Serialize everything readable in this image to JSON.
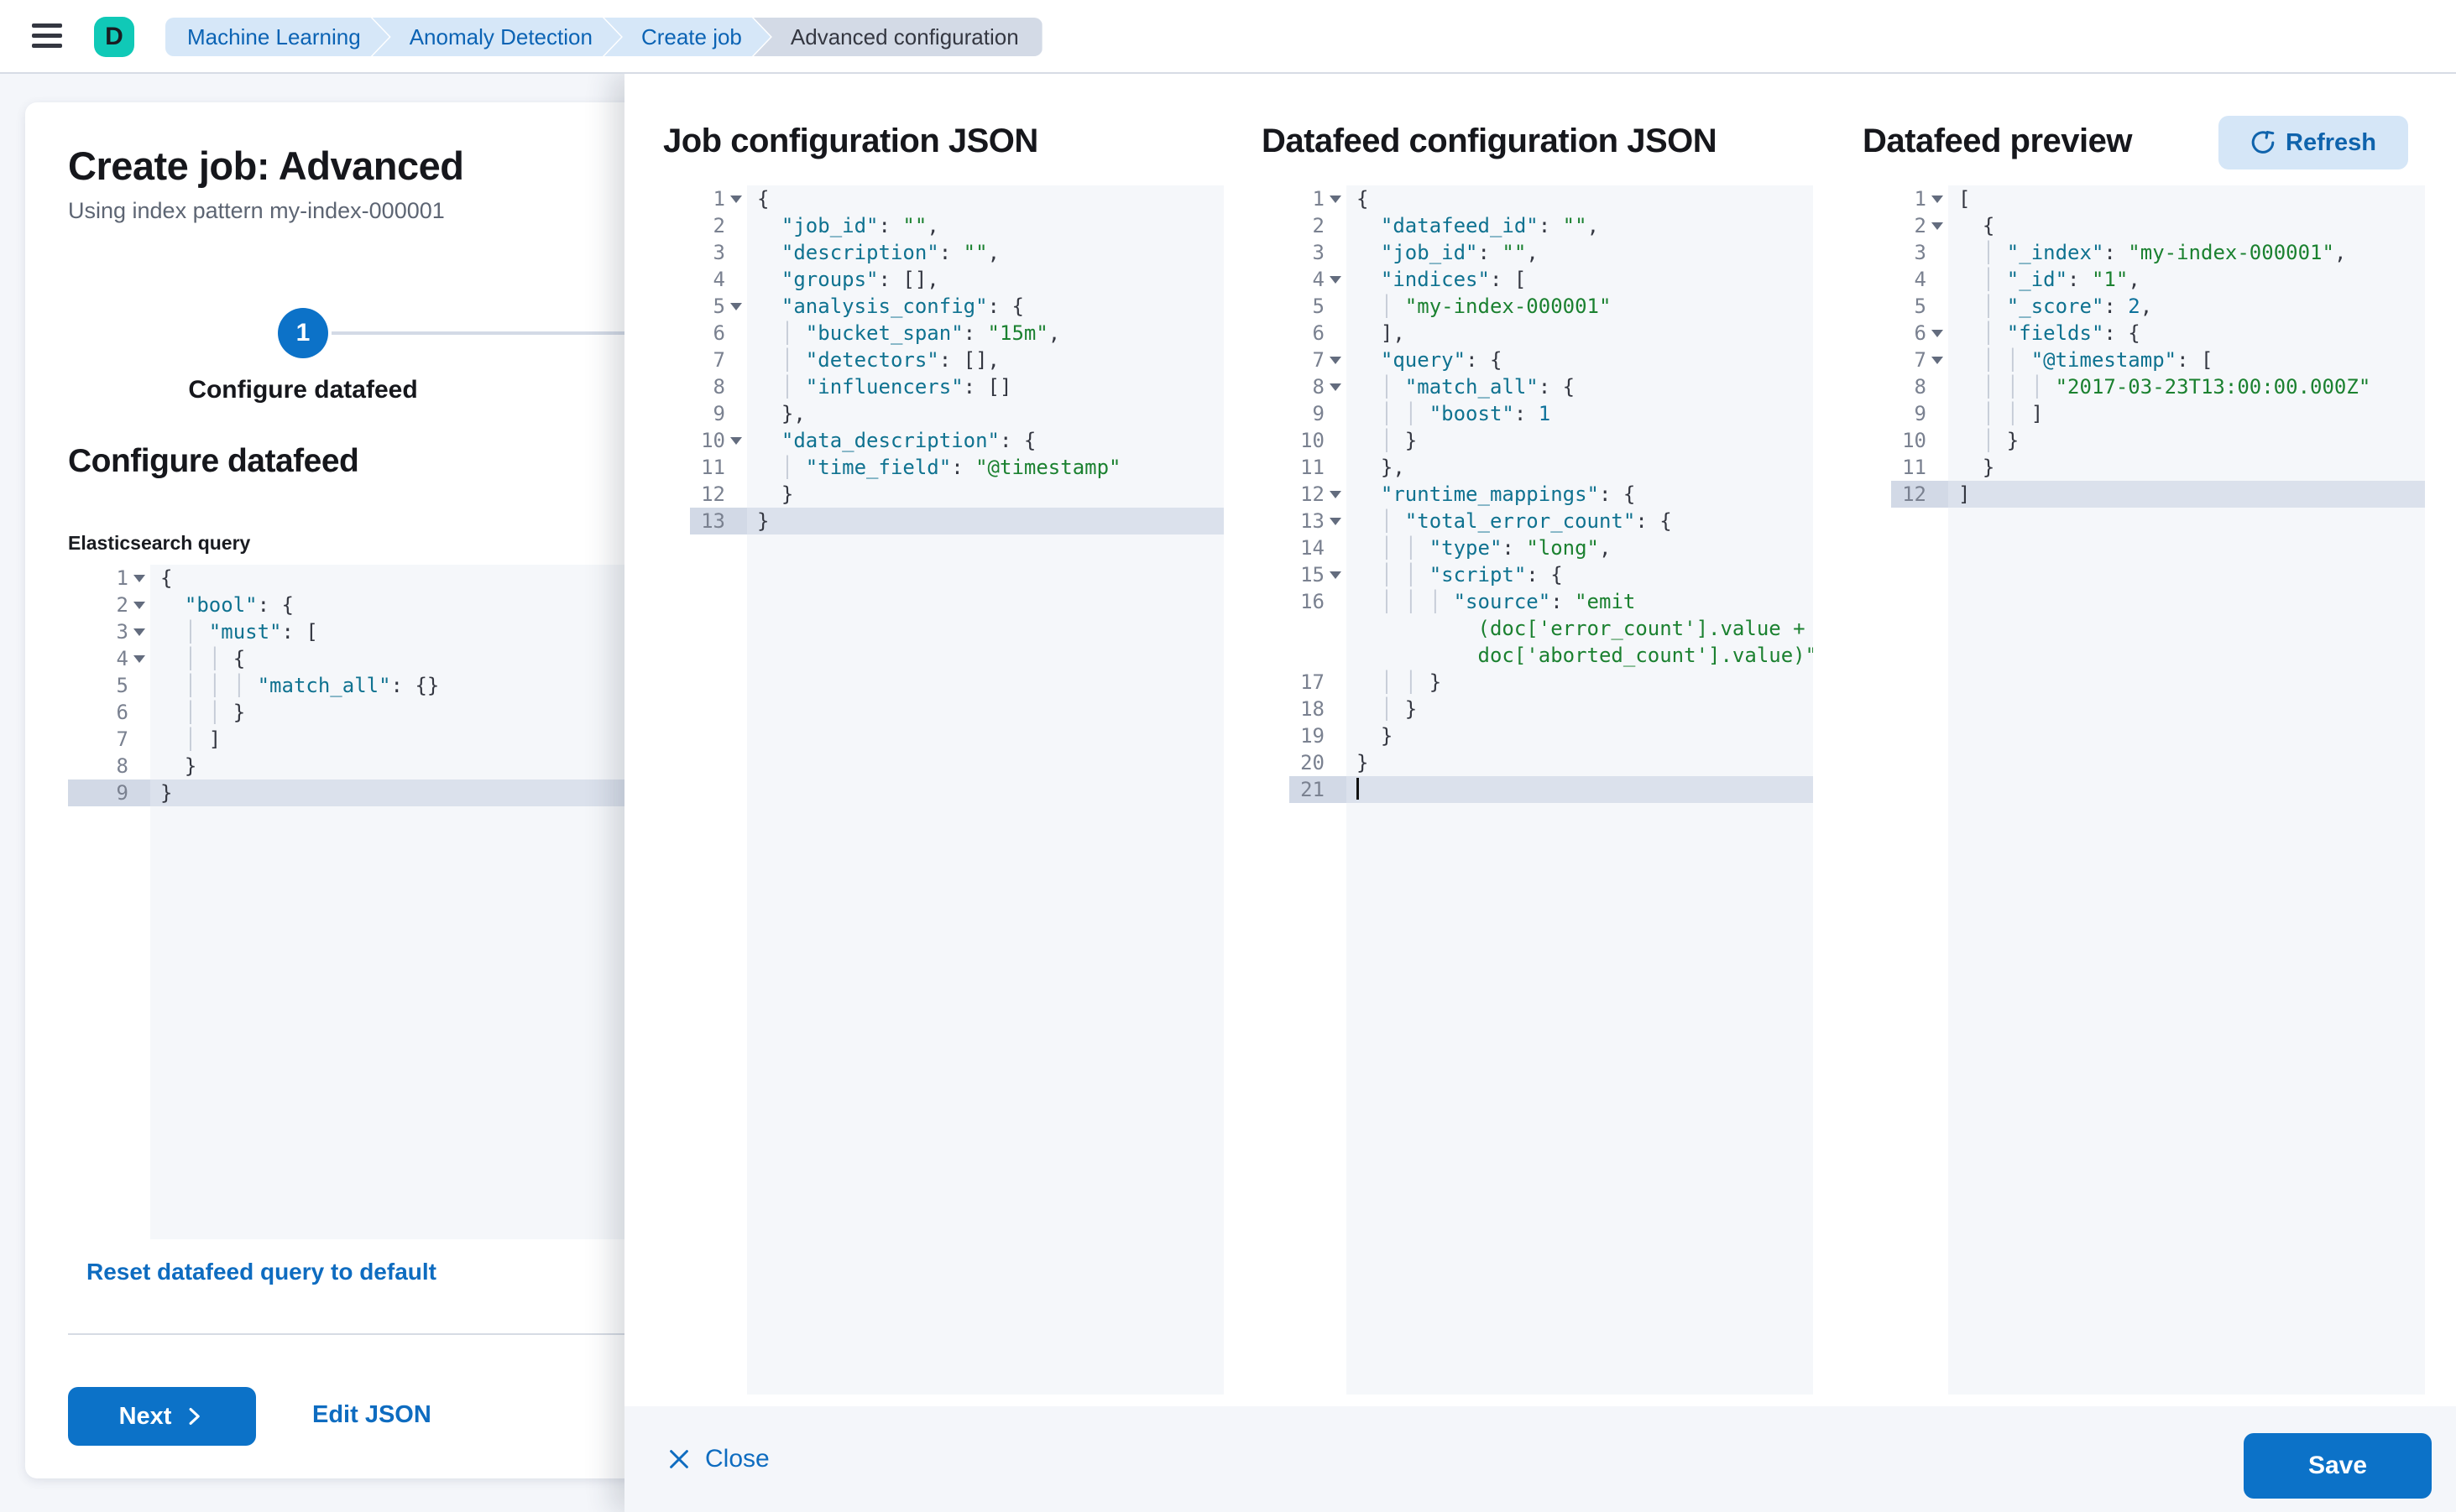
{
  "topbar": {
    "breadcrumbs": [
      {
        "label": "Machine Learning",
        "current": false
      },
      {
        "label": "Anomaly Detection",
        "current": false
      },
      {
        "label": "Create job",
        "current": false
      },
      {
        "label": "Advanced configuration",
        "current": true
      }
    ],
    "avatar_initial": "D"
  },
  "wizard": {
    "title": "Create job: Advanced",
    "subtitle": "Using index pattern my-index-000001",
    "step_number": "1",
    "step_label": "Configure datafeed",
    "section_heading": "Configure datafeed",
    "query_label": "Elasticsearch query",
    "reset_link": "Reset datafeed query to default",
    "next_label": "Next",
    "edit_json_label": "Edit JSON"
  },
  "flyout": {
    "columns": [
      {
        "title": "Job configuration JSON"
      },
      {
        "title": "Datafeed configuration JSON"
      },
      {
        "title": "Datafeed preview"
      }
    ],
    "refresh_label": "Refresh",
    "close_label": "Close",
    "save_label": "Save"
  },
  "colors": {
    "primary": "#0c72c8",
    "link": "#0e6cc0",
    "avatar": "#10c9b7",
    "breadcrumb_bg": "#d6e7f8",
    "breadcrumb_text": "#0b63b4",
    "editor_bg": "#f5f7fa",
    "key": "#0f7290",
    "string": "#1b8130",
    "highlight_row": "#dbe1ec"
  },
  "editors": {
    "es_query": {
      "lines": [
        {
          "n": 1,
          "f": 1,
          "seg": [
            [
              "p",
              "{"
            ]
          ]
        },
        {
          "n": 2,
          "f": 1,
          "seg": [
            [
              "p",
              "  "
            ],
            [
              "k",
              "\"bool\""
            ],
            [
              "p",
              ": {"
            ]
          ]
        },
        {
          "n": 3,
          "f": 1,
          "seg": [
            [
              "g",
              "  │ "
            ],
            [
              "k",
              "\"must\""
            ],
            [
              "p",
              ": ["
            ]
          ]
        },
        {
          "n": 4,
          "f": 1,
          "seg": [
            [
              "g",
              "  │ │ "
            ],
            [
              "p",
              "{"
            ]
          ]
        },
        {
          "n": 5,
          "seg": [
            [
              "g",
              "  │ │ │ "
            ],
            [
              "k",
              "\"match_all\""
            ],
            [
              "p",
              ": {}"
            ]
          ]
        },
        {
          "n": 6,
          "seg": [
            [
              "g",
              "  │ │ "
            ],
            [
              "p",
              "}"
            ]
          ]
        },
        {
          "n": 7,
          "seg": [
            [
              "g",
              "  │ "
            ],
            [
              "p",
              "]"
            ]
          ]
        },
        {
          "n": 8,
          "seg": [
            [
              "p",
              "  }"
            ]
          ]
        },
        {
          "n": 9,
          "hl": 1,
          "seg": [
            [
              "p",
              "}"
            ]
          ]
        }
      ]
    },
    "job_config": {
      "lines": [
        {
          "n": 1,
          "f": 1,
          "seg": [
            [
              "p",
              "{"
            ]
          ]
        },
        {
          "n": 2,
          "seg": [
            [
              "p",
              "  "
            ],
            [
              "k",
              "\"job_id\""
            ],
            [
              "p",
              ": "
            ],
            [
              "s",
              "\"\""
            ],
            [
              "p",
              ","
            ]
          ]
        },
        {
          "n": 3,
          "seg": [
            [
              "p",
              "  "
            ],
            [
              "k",
              "\"description\""
            ],
            [
              "p",
              ": "
            ],
            [
              "s",
              "\"\""
            ],
            [
              "p",
              ","
            ]
          ]
        },
        {
          "n": 4,
          "seg": [
            [
              "p",
              "  "
            ],
            [
              "k",
              "\"groups\""
            ],
            [
              "p",
              ": [],"
            ]
          ]
        },
        {
          "n": 5,
          "f": 1,
          "seg": [
            [
              "p",
              "  "
            ],
            [
              "k",
              "\"analysis_config\""
            ],
            [
              "p",
              ": {"
            ]
          ]
        },
        {
          "n": 6,
          "seg": [
            [
              "g",
              "  │ "
            ],
            [
              "k",
              "\"bucket_span\""
            ],
            [
              "p",
              ": "
            ],
            [
              "s",
              "\"15m\""
            ],
            [
              "p",
              ","
            ]
          ]
        },
        {
          "n": 7,
          "seg": [
            [
              "g",
              "  │ "
            ],
            [
              "k",
              "\"detectors\""
            ],
            [
              "p",
              ": [],"
            ]
          ]
        },
        {
          "n": 8,
          "seg": [
            [
              "g",
              "  │ "
            ],
            [
              "k",
              "\"influencers\""
            ],
            [
              "p",
              ": []"
            ]
          ]
        },
        {
          "n": 9,
          "seg": [
            [
              "p",
              "  },"
            ]
          ]
        },
        {
          "n": 10,
          "f": 1,
          "seg": [
            [
              "p",
              "  "
            ],
            [
              "k",
              "\"data_description\""
            ],
            [
              "p",
              ": {"
            ]
          ]
        },
        {
          "n": 11,
          "seg": [
            [
              "g",
              "  │ "
            ],
            [
              "k",
              "\"time_field\""
            ],
            [
              "p",
              ": "
            ],
            [
              "s",
              "\"@timestamp\""
            ]
          ]
        },
        {
          "n": 12,
          "seg": [
            [
              "p",
              "  }"
            ]
          ]
        },
        {
          "n": 13,
          "hl": 1,
          "seg": [
            [
              "p",
              "}"
            ]
          ]
        }
      ]
    },
    "datafeed_config": {
      "lines": [
        {
          "n": 1,
          "f": 1,
          "seg": [
            [
              "p",
              "{"
            ]
          ]
        },
        {
          "n": 2,
          "seg": [
            [
              "p",
              "  "
            ],
            [
              "k",
              "\"datafeed_id\""
            ],
            [
              "p",
              ": "
            ],
            [
              "s",
              "\"\""
            ],
            [
              "p",
              ","
            ]
          ]
        },
        {
          "n": 3,
          "seg": [
            [
              "p",
              "  "
            ],
            [
              "k",
              "\"job_id\""
            ],
            [
              "p",
              ": "
            ],
            [
              "s",
              "\"\""
            ],
            [
              "p",
              ","
            ]
          ]
        },
        {
          "n": 4,
          "f": 1,
          "seg": [
            [
              "p",
              "  "
            ],
            [
              "k",
              "\"indices\""
            ],
            [
              "p",
              ": ["
            ]
          ]
        },
        {
          "n": 5,
          "seg": [
            [
              "g",
              "  │ "
            ],
            [
              "s",
              "\"my-index-000001\""
            ]
          ]
        },
        {
          "n": 6,
          "seg": [
            [
              "p",
              "  ],"
            ]
          ]
        },
        {
          "n": 7,
          "f": 1,
          "seg": [
            [
              "p",
              "  "
            ],
            [
              "k",
              "\"query\""
            ],
            [
              "p",
              ": {"
            ]
          ]
        },
        {
          "n": 8,
          "f": 1,
          "seg": [
            [
              "g",
              "  │ "
            ],
            [
              "k",
              "\"match_all\""
            ],
            [
              "p",
              ": {"
            ]
          ]
        },
        {
          "n": 9,
          "seg": [
            [
              "g",
              "  │ │ "
            ],
            [
              "k",
              "\"boost\""
            ],
            [
              "p",
              ": "
            ],
            [
              "n2",
              "1"
            ]
          ]
        },
        {
          "n": 10,
          "seg": [
            [
              "g",
              "  │ "
            ],
            [
              "p",
              "}"
            ]
          ]
        },
        {
          "n": 11,
          "seg": [
            [
              "p",
              "  },"
            ]
          ]
        },
        {
          "n": 12,
          "f": 1,
          "seg": [
            [
              "p",
              "  "
            ],
            [
              "k",
              "\"runtime_mappings\""
            ],
            [
              "p",
              ": {"
            ]
          ]
        },
        {
          "n": 13,
          "f": 1,
          "seg": [
            [
              "g",
              "  │ "
            ],
            [
              "k",
              "\"total_error_count\""
            ],
            [
              "p",
              ": {"
            ]
          ]
        },
        {
          "n": 14,
          "seg": [
            [
              "g",
              "  │ │ "
            ],
            [
              "k",
              "\"type\""
            ],
            [
              "p",
              ": "
            ],
            [
              "s",
              "\"long\""
            ],
            [
              "p",
              ","
            ]
          ]
        },
        {
          "n": 15,
          "f": 1,
          "seg": [
            [
              "g",
              "  │ │ "
            ],
            [
              "k",
              "\"script\""
            ],
            [
              "p",
              ": {"
            ]
          ]
        },
        {
          "n": 16,
          "seg": [
            [
              "g",
              "  │ │ │ "
            ],
            [
              "k",
              "\"source\""
            ],
            [
              "p",
              ": "
            ],
            [
              "s",
              "\"emit"
            ]
          ]
        },
        {
          "w": 1,
          "seg": [
            [
              "s",
              "          (doc['error_count'].value +"
            ]
          ]
        },
        {
          "w": 1,
          "seg": [
            [
              "s",
              "          doc['aborted_count'].value)\""
            ]
          ]
        },
        {
          "n": 17,
          "seg": [
            [
              "g",
              "  │ │ "
            ],
            [
              "p",
              "}"
            ]
          ]
        },
        {
          "n": 18,
          "seg": [
            [
              "g",
              "  │ "
            ],
            [
              "p",
              "}"
            ]
          ]
        },
        {
          "n": 19,
          "seg": [
            [
              "p",
              "  }"
            ]
          ]
        },
        {
          "n": 20,
          "seg": [
            [
              "p",
              "}"
            ]
          ]
        },
        {
          "n": 21,
          "hl": 1,
          "cur": 1,
          "seg": []
        }
      ]
    },
    "datafeed_preview": {
      "lines": [
        {
          "n": 1,
          "f": 1,
          "seg": [
            [
              "p",
              "["
            ]
          ]
        },
        {
          "n": 2,
          "f": 1,
          "seg": [
            [
              "p",
              "  {"
            ]
          ]
        },
        {
          "n": 3,
          "seg": [
            [
              "g",
              "  │ "
            ],
            [
              "k",
              "\"_index\""
            ],
            [
              "p",
              ": "
            ],
            [
              "s",
              "\"my-index-000001\""
            ],
            [
              "p",
              ","
            ]
          ]
        },
        {
          "n": 4,
          "seg": [
            [
              "g",
              "  │ "
            ],
            [
              "k",
              "\"_id\""
            ],
            [
              "p",
              ": "
            ],
            [
              "s",
              "\"1\""
            ],
            [
              "p",
              ","
            ]
          ]
        },
        {
          "n": 5,
          "seg": [
            [
              "g",
              "  │ "
            ],
            [
              "k",
              "\"_score\""
            ],
            [
              "p",
              ": "
            ],
            [
              "n2",
              "2"
            ],
            [
              "p",
              ","
            ]
          ]
        },
        {
          "n": 6,
          "f": 1,
          "seg": [
            [
              "g",
              "  │ "
            ],
            [
              "k",
              "\"fields\""
            ],
            [
              "p",
              ": {"
            ]
          ]
        },
        {
          "n": 7,
          "f": 1,
          "seg": [
            [
              "g",
              "  │ │ "
            ],
            [
              "k",
              "\"@timestamp\""
            ],
            [
              "p",
              ": ["
            ]
          ]
        },
        {
          "n": 8,
          "seg": [
            [
              "g",
              "  │ │ │ "
            ],
            [
              "s",
              "\"2017-03-23T13:00:00.000Z\""
            ]
          ]
        },
        {
          "n": 9,
          "seg": [
            [
              "g",
              "  │ │ "
            ],
            [
              "p",
              "]"
            ]
          ]
        },
        {
          "n": 10,
          "seg": [
            [
              "g",
              "  │ "
            ],
            [
              "p",
              "}"
            ]
          ]
        },
        {
          "n": 11,
          "seg": [
            [
              "p",
              "  }"
            ]
          ]
        },
        {
          "n": 12,
          "hl": 1,
          "seg": [
            [
              "p",
              "]"
            ]
          ]
        }
      ]
    }
  }
}
